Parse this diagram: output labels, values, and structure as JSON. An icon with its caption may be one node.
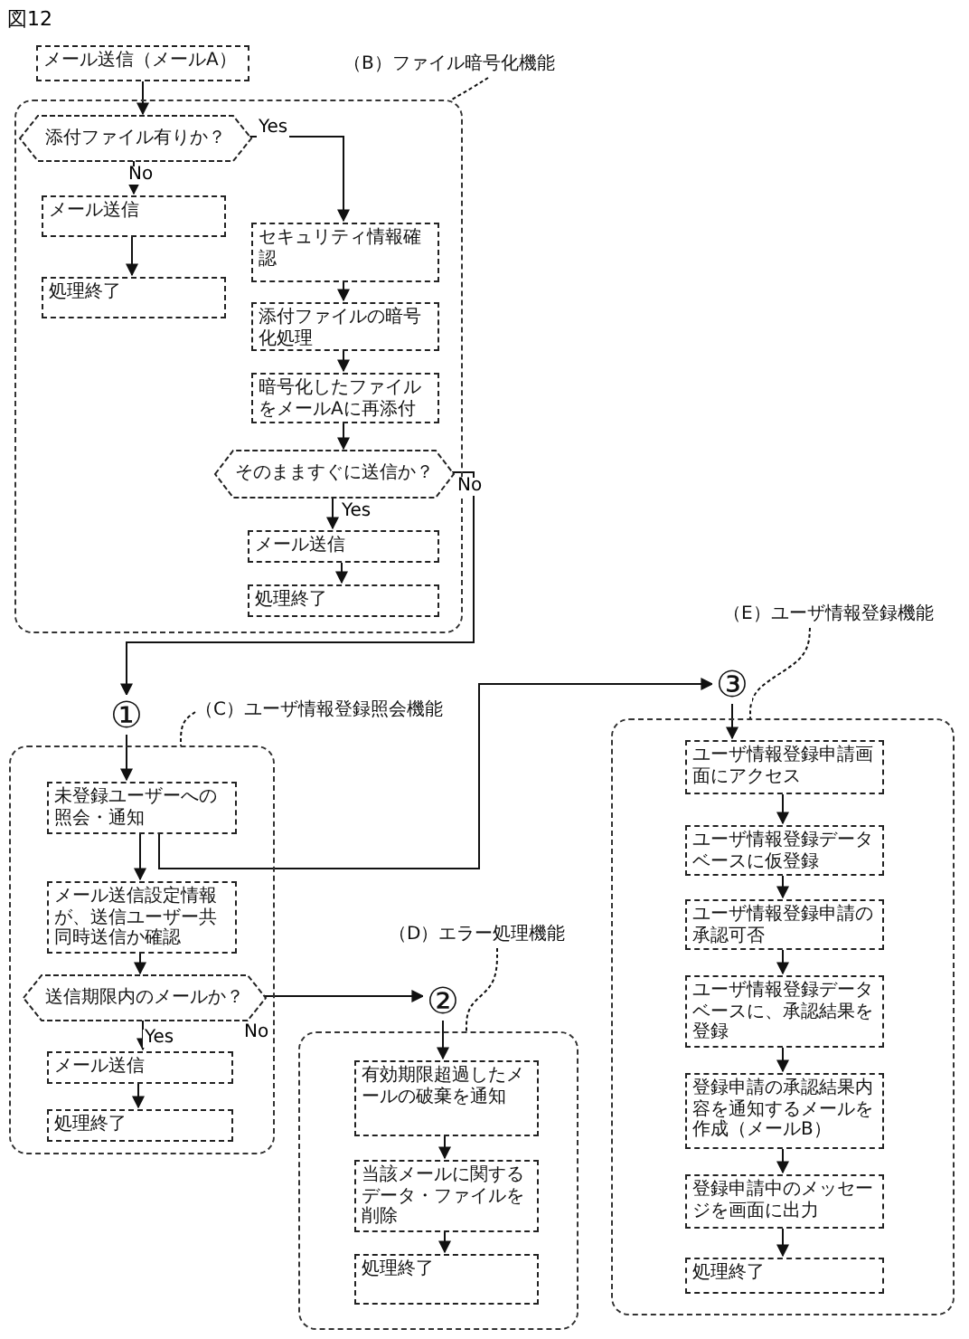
{
  "diagram": {
    "title": "図12",
    "nodes": [
      {
        "text": [
          "メール送信（メールA）"
        ]
      },
      {
        "text": [],
        "shape": "box"
      },
      {
        "text": [
          "添付ファイル有りか？"
        ],
        "in": 1
      },
      {
        "text": [
          "メール送信"
        ],
        "in": 1
      },
      {
        "text": [
          "処理終了"
        ],
        "in": 1
      },
      {
        "text": [
          "セキュリティ情報確認"
        ],
        "in": 1
      },
      {
        "text": [
          "添付ファイルの暗号化処理"
        ],
        "in": 1
      },
      {
        "text": [
          "暗号化したファイルをメールAに再添付"
        ],
        "in": 1
      },
      {
        "text": [
          "そのまますぐに送信か？"
        ],
        "in": 1
      },
      {
        "text": [
          "メール送信"
        ],
        "in": 1
      },
      {
        "text": [
          "処理終了"
        ],
        "in": 1
      },
      {
        "text": [
          "①"
        ]
      },
      {
        "text": [],
        "shape": "box"
      },
      {
        "text": [
          "未登録ユーザーへの照会・通知"
        ],
        "in": 12
      },
      {
        "text": [
          "メール送信設定情報が、送信ユーザー共同時送信か確認"
        ],
        "in": 12
      },
      {
        "text": [
          "送信期限内のメールか？"
        ],
        "in": 12
      },
      {
        "text": [
          "メール送信"
        ],
        "in": 12
      },
      {
        "text": [
          "処理終了"
        ],
        "in": 12
      },
      {
        "text": [
          "②"
        ]
      },
      {
        "text": [],
        "shape": "box"
      },
      {
        "text": [
          "有効期限超過したメールの破棄を通知"
        ],
        "in": 19
      },
      {
        "text": [
          "当該メールに関するデータ・ファイルを削除"
        ],
        "in": 19
      },
      {
        "text": [
          "処理終了"
        ],
        "in": 19
      },
      {
        "text": [
          "③"
        ]
      },
      {
        "text": [],
        "shape": "box"
      },
      {
        "text": [
          "ユーザ情報登録申請画面にアクセス"
        ],
        "in": 24
      },
      {
        "text": [
          "ユーザ情報登録データベースに仮登録"
        ],
        "in": 24
      },
      {
        "text": [
          "ユーザ情報登録申請の承認可否"
        ],
        "in": 24
      },
      {
        "text": [
          "ユーザ情報登録データベースに、承認結果を登録"
        ],
        "in": 24
      },
      {
        "text": [
          "登録申請の承認結果内容を通知するメールを作成（メールB）"
        ],
        "in": 24
      },
      {
        "text": [
          "登録申請中のメッセージを画面に出力"
        ],
        "in": 24
      },
      {
        "text": [
          "処理終了"
        ],
        "in": 24
      },
      {
        "text": [
          "（B）ファイル暗号化機能"
        ]
      },
      {
        "text": [
          "（C）ユーザ情報登録照会機能"
        ]
      },
      {
        "text": [
          "（D）エラー処理機能"
        ]
      },
      {
        "text": [
          "（E）ユーザ情報登録機能"
        ]
      }
    ],
    "edges": [
      {
        "from": 0,
        "to": 2,
        "arrow": "to"
      },
      {
        "from": 2,
        "to": 3,
        "arrow": "to",
        "label": "No"
      },
      {
        "from": 3,
        "to": 4,
        "arrow": "to"
      },
      {
        "from": 2,
        "to": 5,
        "arrow": "to",
        "label": "Yes"
      },
      {
        "from": 5,
        "to": 6,
        "arrow": "to"
      },
      {
        "from": 6,
        "to": 7,
        "arrow": "to"
      },
      {
        "from": 7,
        "to": 8,
        "arrow": "to"
      },
      {
        "from": 8,
        "to": 11,
        "arrow": "to",
        "label": "No"
      },
      {
        "from": 8,
        "to": 9,
        "arrow": "to",
        "label": "Yes"
      },
      {
        "from": 9,
        "to": 10,
        "arrow": "to"
      },
      {
        "from": 11,
        "to": 13,
        "arrow": "to"
      },
      {
        "from": 13,
        "to": 23,
        "arrow": "to"
      },
      {
        "from": 13,
        "to": 14,
        "arrow": "to"
      },
      {
        "from": 14,
        "to": 15,
        "arrow": "to"
      },
      {
        "from": 15,
        "to": 18,
        "arrow": "to",
        "label": "No"
      },
      {
        "from": 15,
        "to": 16,
        "arrow": "to",
        "label": "Yes"
      },
      {
        "from": 16,
        "to": 17,
        "arrow": "to"
      },
      {
        "from": 18,
        "to": 20,
        "arrow": "to"
      },
      {
        "from": 20,
        "to": 21,
        "arrow": "to"
      },
      {
        "from": 21,
        "to": 22,
        "arrow": "to"
      },
      {
        "from": 23,
        "to": 25,
        "arrow": "to"
      },
      {
        "from": 25,
        "to": 26,
        "arrow": "to"
      },
      {
        "from": 26,
        "to": 27,
        "arrow": "to"
      },
      {
        "from": 27,
        "to": 28,
        "arrow": "to"
      },
      {
        "from": 28,
        "to": 29,
        "arrow": "to"
      },
      {
        "from": 29,
        "to": 30,
        "arrow": "to"
      },
      {
        "from": 30,
        "to": 31,
        "arrow": "to"
      },
      {
        "from": 32,
        "to": 1,
        "arrow": "none",
        "style": "dashed"
      },
      {
        "from": 33,
        "to": 12,
        "arrow": "none",
        "style": "dashed"
      },
      {
        "from": 34,
        "to": 19,
        "arrow": "none",
        "style": "dashed"
      },
      {
        "from": 35,
        "to": 24,
        "arrow": "none",
        "style": "dashed"
      }
    ]
  }
}
